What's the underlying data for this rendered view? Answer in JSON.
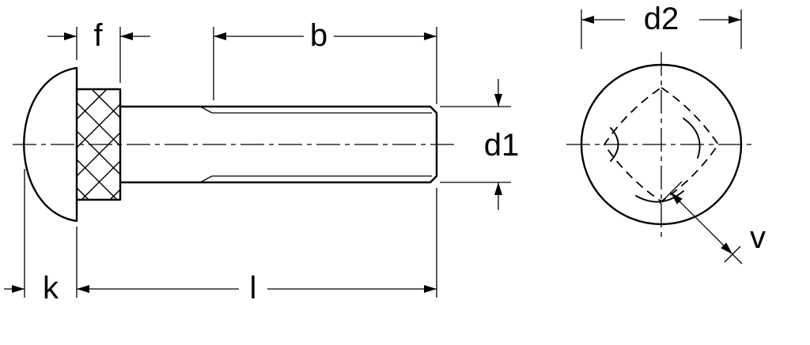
{
  "drawing": {
    "labels": {
      "f": "f",
      "b": "b",
      "d1": "d1",
      "k": "k",
      "l": "l",
      "d2": "d2",
      "v": "v"
    },
    "colors": {
      "line": "#000000",
      "background": "#ffffff"
    }
  }
}
